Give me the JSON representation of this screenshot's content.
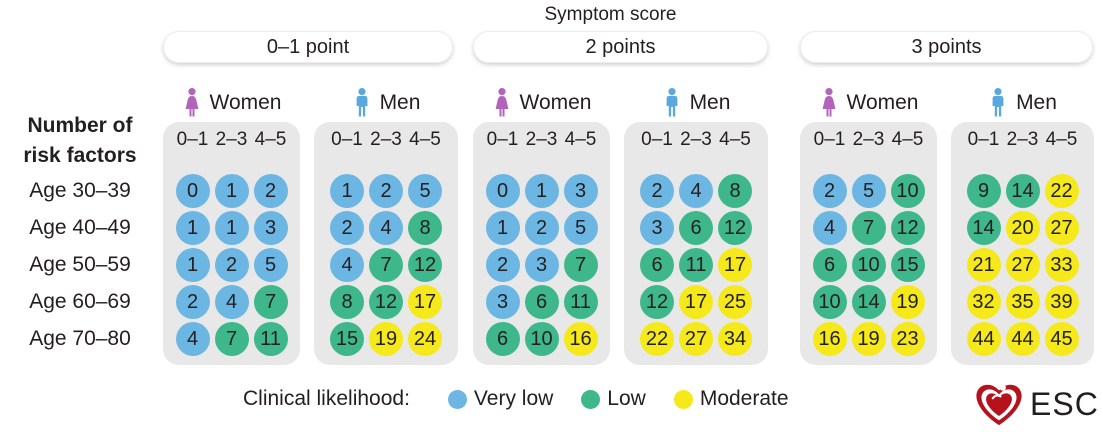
{
  "logo_text": "ESC",
  "colors": {
    "very_low": "#6cb6e3",
    "low": "#3eb88a",
    "moderate": "#f5e91c",
    "women_icon": "#b263bb",
    "men_icon": "#5aa8de",
    "esc_red": "#b5121e"
  },
  "chart_data": {
    "type": "heatmap",
    "title": "Symptom score",
    "left_header": [
      "Number of",
      "risk factors"
    ],
    "rows": [
      "Age 30–39",
      "Age 40–49",
      "Age 50–59",
      "Age 60–69",
      "Age 70–80"
    ],
    "columns": [
      "0–1",
      "2–3",
      "4–5"
    ],
    "score_groups": [
      "0–1 point",
      "2 points",
      "3 points"
    ],
    "sexes": [
      "Women",
      "Men"
    ],
    "legend_label": "Clinical likelihood:",
    "legend": [
      {
        "key": "B",
        "label": "Very low",
        "color": "#6cb6e3"
      },
      {
        "key": "G",
        "label": "Low",
        "color": "#3eb88a"
      },
      {
        "key": "Y",
        "label": "Moderate",
        "color": "#f5e91c"
      }
    ],
    "panels": [
      {
        "score_group": "0–1 point",
        "sex": "Women",
        "values": [
          [
            0,
            1,
            2
          ],
          [
            1,
            1,
            3
          ],
          [
            1,
            2,
            5
          ],
          [
            2,
            4,
            7
          ],
          [
            4,
            7,
            11
          ]
        ],
        "likelihood": [
          [
            "B",
            "B",
            "B"
          ],
          [
            "B",
            "B",
            "B"
          ],
          [
            "B",
            "B",
            "B"
          ],
          [
            "B",
            "B",
            "G"
          ],
          [
            "B",
            "G",
            "G"
          ]
        ]
      },
      {
        "score_group": "0–1 point",
        "sex": "Men",
        "values": [
          [
            1,
            2,
            5
          ],
          [
            2,
            4,
            8
          ],
          [
            4,
            7,
            12
          ],
          [
            8,
            12,
            17
          ],
          [
            15,
            19,
            24
          ]
        ],
        "likelihood": [
          [
            "B",
            "B",
            "B"
          ],
          [
            "B",
            "B",
            "G"
          ],
          [
            "B",
            "G",
            "G"
          ],
          [
            "G",
            "G",
            "Y"
          ],
          [
            "G",
            "Y",
            "Y"
          ]
        ]
      },
      {
        "score_group": "2 points",
        "sex": "Women",
        "values": [
          [
            0,
            1,
            3
          ],
          [
            1,
            2,
            5
          ],
          [
            2,
            3,
            7
          ],
          [
            3,
            6,
            11
          ],
          [
            6,
            10,
            16
          ]
        ],
        "likelihood": [
          [
            "B",
            "B",
            "B"
          ],
          [
            "B",
            "B",
            "B"
          ],
          [
            "B",
            "B",
            "G"
          ],
          [
            "B",
            "G",
            "G"
          ],
          [
            "G",
            "G",
            "Y"
          ]
        ]
      },
      {
        "score_group": "2 points",
        "sex": "Men",
        "values": [
          [
            2,
            4,
            8
          ],
          [
            3,
            6,
            12
          ],
          [
            6,
            11,
            17
          ],
          [
            12,
            17,
            25
          ],
          [
            22,
            27,
            34
          ]
        ],
        "likelihood": [
          [
            "B",
            "B",
            "G"
          ],
          [
            "B",
            "G",
            "G"
          ],
          [
            "G",
            "G",
            "Y"
          ],
          [
            "G",
            "Y",
            "Y"
          ],
          [
            "Y",
            "Y",
            "Y"
          ]
        ]
      },
      {
        "score_group": "3 points",
        "sex": "Women",
        "values": [
          [
            2,
            5,
            10
          ],
          [
            4,
            7,
            12
          ],
          [
            6,
            10,
            15
          ],
          [
            10,
            14,
            19
          ],
          [
            16,
            19,
            23
          ]
        ],
        "likelihood": [
          [
            "B",
            "B",
            "G"
          ],
          [
            "B",
            "G",
            "G"
          ],
          [
            "G",
            "G",
            "G"
          ],
          [
            "G",
            "G",
            "Y"
          ],
          [
            "Y",
            "Y",
            "Y"
          ]
        ]
      },
      {
        "score_group": "3 points",
        "sex": "Men",
        "values": [
          [
            9,
            14,
            22
          ],
          [
            14,
            20,
            27
          ],
          [
            21,
            27,
            33
          ],
          [
            32,
            35,
            39
          ],
          [
            44,
            44,
            45
          ]
        ],
        "likelihood": [
          [
            "G",
            "G",
            "Y"
          ],
          [
            "G",
            "Y",
            "Y"
          ],
          [
            "Y",
            "Y",
            "Y"
          ],
          [
            "Y",
            "Y",
            "Y"
          ],
          [
            "Y",
            "Y",
            "Y"
          ]
        ]
      }
    ]
  }
}
